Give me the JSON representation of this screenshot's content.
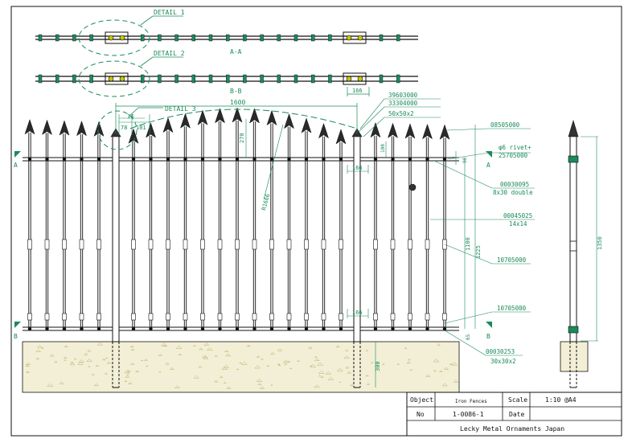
{
  "drawing": {
    "detail_labels": [
      "DETAIL 1",
      "DETAIL 2",
      "DETAIL 3"
    ],
    "section_labels": {
      "aa": "A-A",
      "bb": "B-B",
      "a": "A",
      "b": "B"
    },
    "dimensions": {
      "overall_width": "1600",
      "post_width_top": "166",
      "post_width_mid": "166",
      "post_width_bottom": "166",
      "spacing_small": "14",
      "spacing_78": "78",
      "spacing_101": "101",
      "top_rail_height": "270",
      "spear_to_rail": "100",
      "arc_radius": "R1666",
      "height_1100": "1100",
      "height_1225": "1225",
      "side_height": "1350",
      "foundation_depth": "300",
      "right_90": "90",
      "right_65": "65"
    },
    "part_numbers": [
      {
        "code": "39603000",
        "desc": ""
      },
      {
        "code": "33304000",
        "desc": ""
      },
      {
        "code": "50x50x2",
        "desc": ""
      },
      {
        "code": "08505000",
        "desc": ""
      },
      {
        "code": "φ6 rivet+",
        "desc": "25705000"
      },
      {
        "code": "00030095",
        "desc": "8x30 double"
      },
      {
        "code": "00045025",
        "desc": "14x14"
      },
      {
        "code": "10705000",
        "desc": ""
      },
      {
        "code": "10705000",
        "desc": ""
      },
      {
        "code": "00030253",
        "desc": "30x30x2"
      }
    ],
    "colors": {
      "line": "#111111",
      "green": "#1a8a5a",
      "dim": "#1a8a5a",
      "concrete": "#f2efd6",
      "speck": "#b9b06a",
      "yellow": "#c8c800"
    }
  },
  "title_block": {
    "object_label": "Object",
    "object_value": "Iron Fences",
    "scale_label": "Scale",
    "scale_value": "1:10 @A4",
    "no_label": "No",
    "no_value": "1-0086-1",
    "date_label": "Date",
    "date_value": "",
    "company": "Lecky Metal Ornaments Japan"
  }
}
